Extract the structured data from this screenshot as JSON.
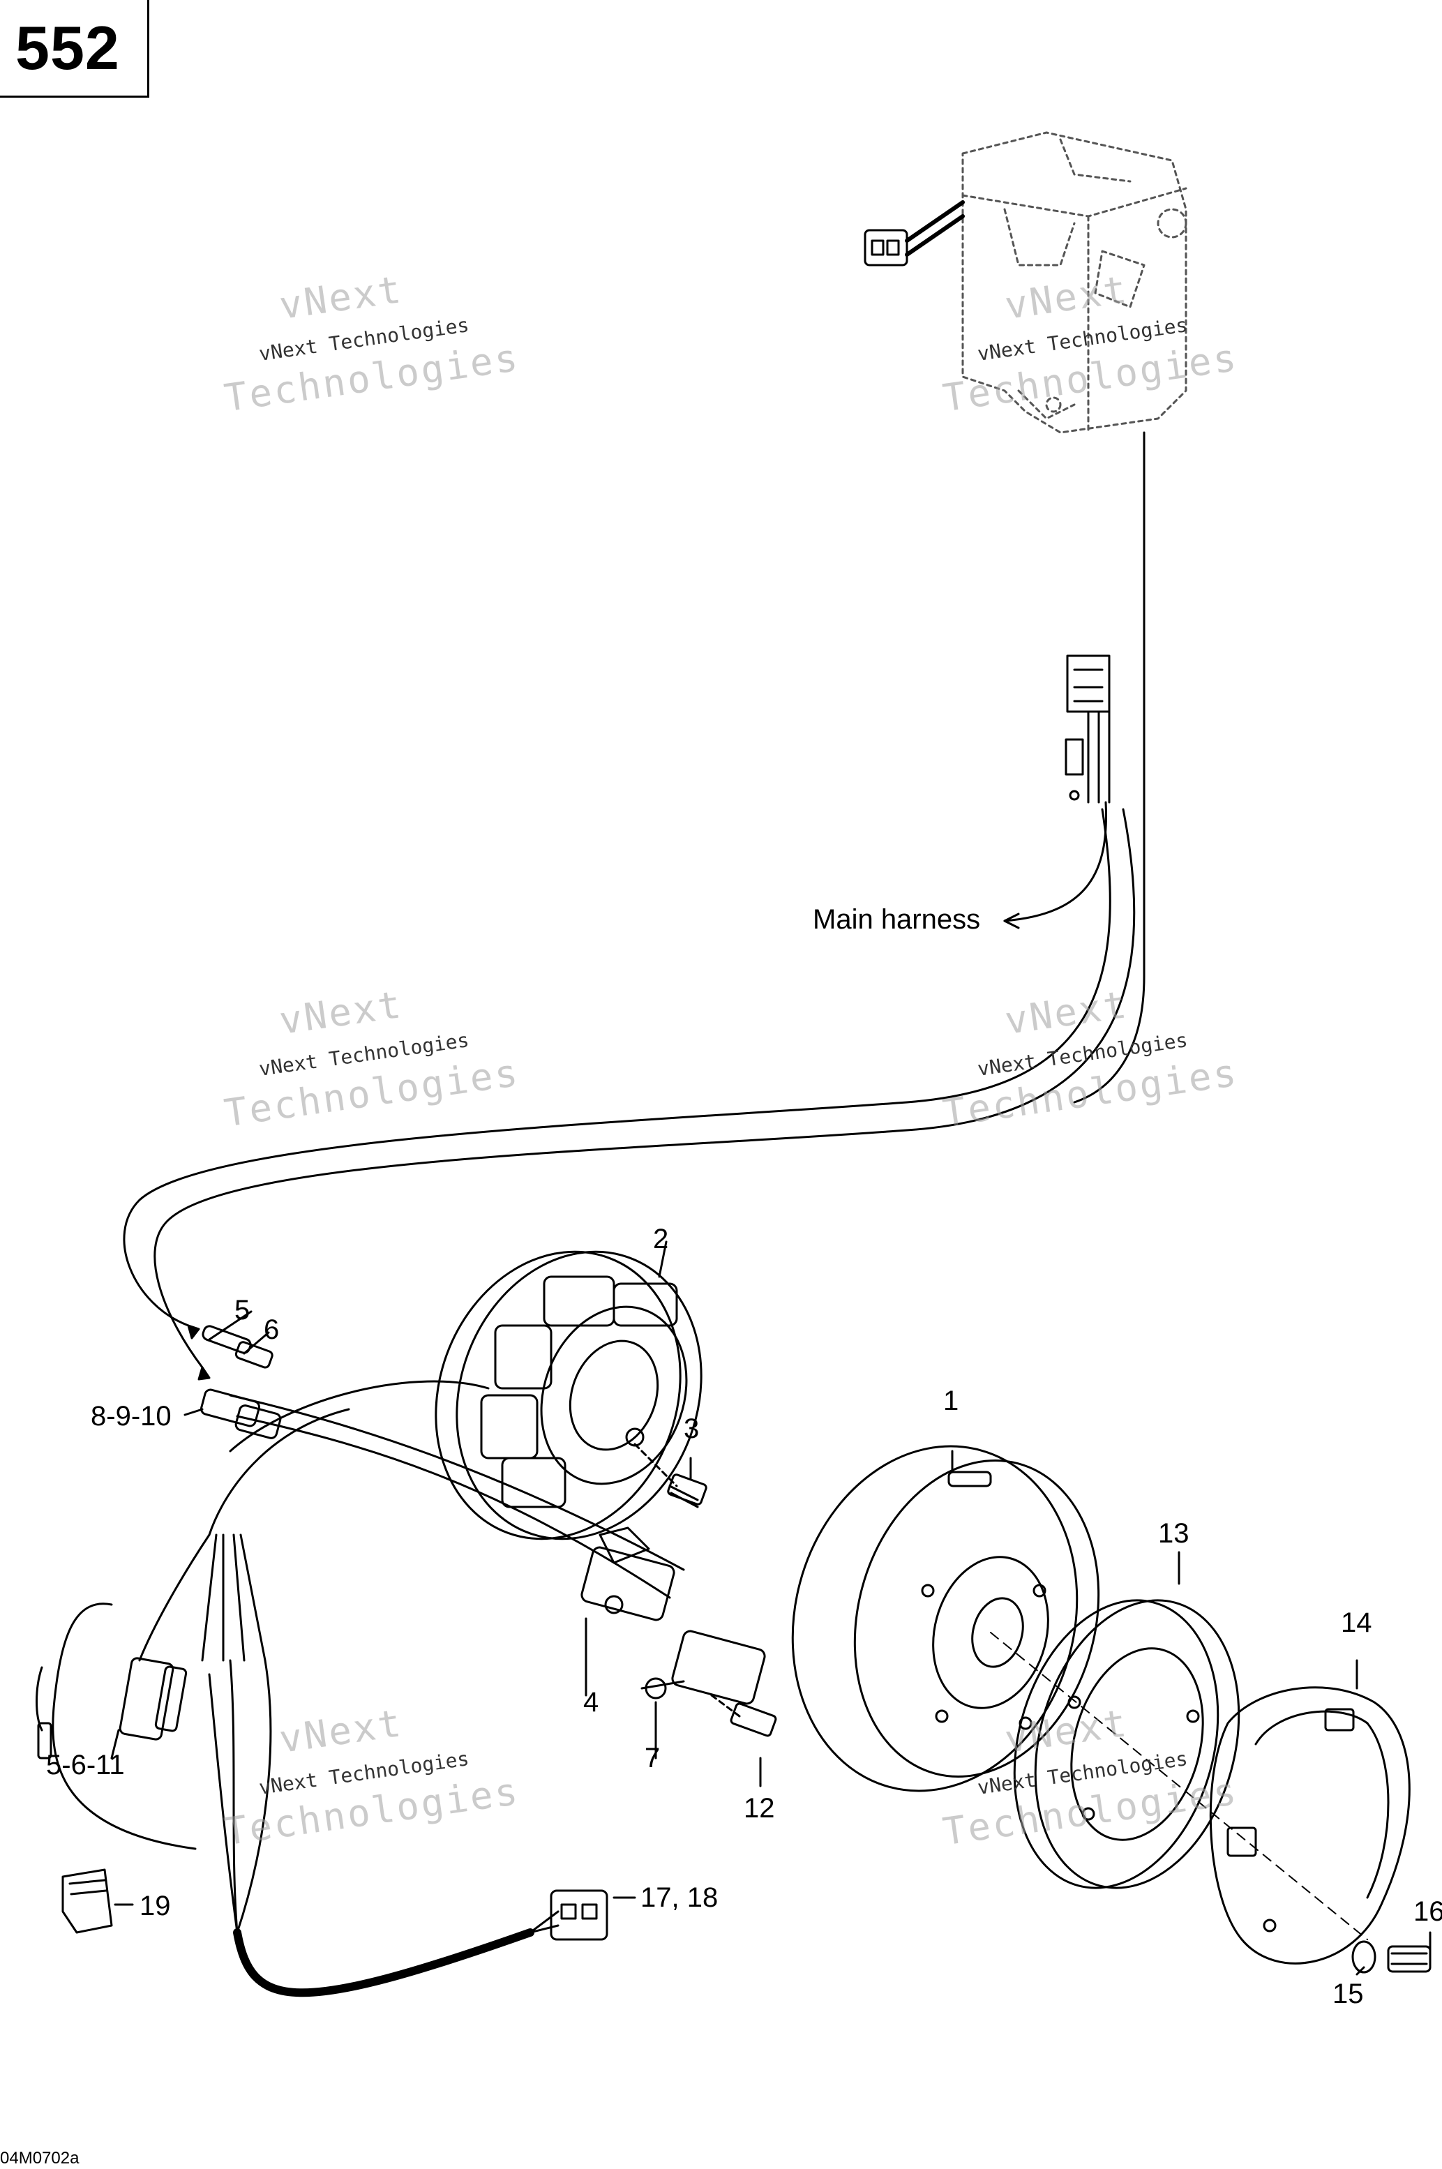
{
  "page_number": "552",
  "drawing_code": "04M0702a",
  "watermark": {
    "line1": "vNext",
    "line2": "vNext Technologies",
    "line3": "Technologies"
  },
  "labels": {
    "main_harness": "Main harness"
  },
  "callouts": [
    "1",
    "2",
    "3",
    "4",
    "5",
    "6",
    "8-9-10",
    "5-6-11",
    "7",
    "12",
    "13",
    "14",
    "15",
    "16",
    "17, 18",
    "19"
  ]
}
